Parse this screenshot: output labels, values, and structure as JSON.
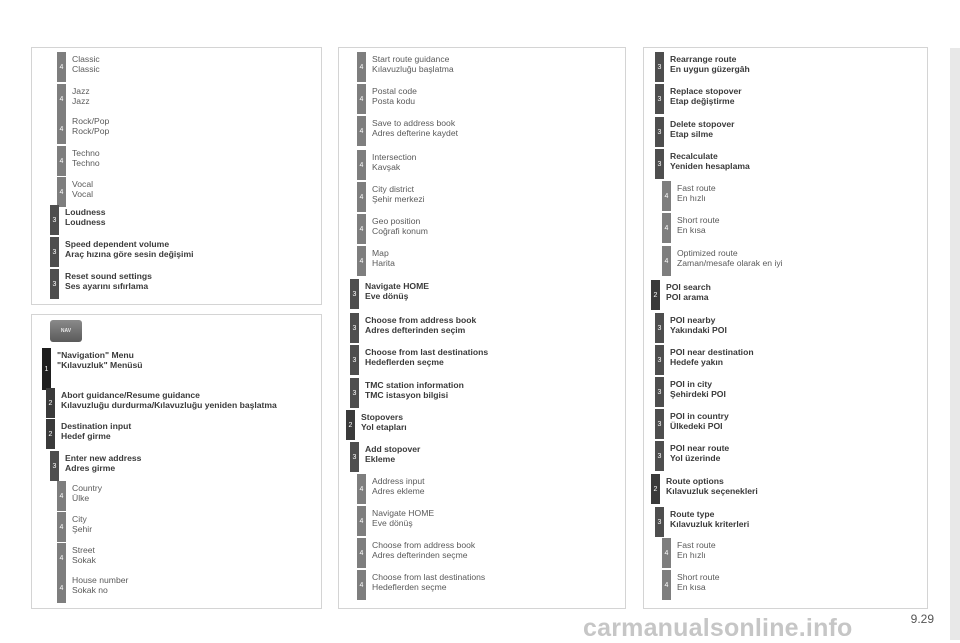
{
  "col1": [
    {
      "level": "4",
      "line1": "Classic",
      "line2": "Classic",
      "bold": false
    },
    {
      "level": "4",
      "line1": "Jazz",
      "line2": "Jazz",
      "bold": false
    },
    {
      "level": "4",
      "line1": "Rock/Pop",
      "line2": "Rock/Pop",
      "bold": false
    },
    {
      "level": "4",
      "line1": "Techno",
      "line2": "Techno",
      "bold": false
    },
    {
      "level": "4",
      "line1": "Vocal",
      "line2": "Vocal",
      "bold": false
    },
    {
      "level": "3",
      "line1": "Loudness",
      "line2": "Loudness",
      "bold": true
    },
    {
      "level": "3",
      "line1": "Speed dependent volume",
      "line2": "Araç hızına göre sesin değişimi",
      "bold": true
    },
    {
      "level": "3",
      "line1": "Reset sound settings",
      "line2": "Ses ayarını sıfırlama",
      "bold": true
    }
  ],
  "nav_button_label": "NAV",
  "col1b": [
    {
      "level": "1",
      "line1": "\"Navigation\" Menu",
      "line2": "\"Kılavuzluk\" Menüsü",
      "bold": true
    },
    {
      "level": "2",
      "line1": "Abort guidance/Resume guidance",
      "line2": "Kılavuzluğu durdurma/Kılavuzluğu yeniden başlatma",
      "bold": true
    },
    {
      "level": "2",
      "line1": "Destination input",
      "line2": "Hedef girme",
      "bold": true
    },
    {
      "level": "3",
      "line1": "Enter new address",
      "line2": "Adres girme",
      "bold": true
    },
    {
      "level": "4",
      "line1": "Country",
      "line2": "Ülke",
      "bold": false
    },
    {
      "level": "4",
      "line1": "City",
      "line2": "Şehir",
      "bold": false
    },
    {
      "level": "4",
      "line1": "Street",
      "line2": "Sokak",
      "bold": false
    },
    {
      "level": "4",
      "line1": "House number",
      "line2": "Sokak no",
      "bold": false
    }
  ],
  "col2": [
    {
      "level": "4",
      "line1": "Start route guidance",
      "line2": "Kılavuzluğu başlatma",
      "bold": false
    },
    {
      "level": "4",
      "line1": "Postal code",
      "line2": "Posta kodu",
      "bold": false
    },
    {
      "level": "4",
      "line1": "Save to address book",
      "line2": "Adres defterine kaydet",
      "bold": false
    },
    {
      "level": "4",
      "line1": "Intersection",
      "line2": "Kavşak",
      "bold": false
    },
    {
      "level": "4",
      "line1": "City district",
      "line2": "Şehir merkezi",
      "bold": false
    },
    {
      "level": "4",
      "line1": "Geo position",
      "line2": "Coğrafi konum",
      "bold": false
    },
    {
      "level": "4",
      "line1": "Map",
      "line2": "Harita",
      "bold": false
    },
    {
      "level": "3",
      "line1": "Navigate HOME",
      "line2": "Eve dönüş",
      "bold": true
    },
    {
      "level": "3",
      "line1": "Choose from address book",
      "line2": "Adres defterinden seçim",
      "bold": true
    },
    {
      "level": "3",
      "line1": "Choose from last destinations",
      "line2": "Hedeflerden seçme",
      "bold": true
    },
    {
      "level": "3",
      "line1": "TMC station information",
      "line2": "TMC istasyon bilgisi",
      "bold": true
    },
    {
      "level": "2",
      "line1": "Stopovers",
      "line2": "Yol etapları",
      "bold": true
    },
    {
      "level": "3",
      "line1": "Add stopover",
      "line2": "Ekleme",
      "bold": true
    },
    {
      "level": "4",
      "line1": "Address input",
      "line2": "Adres ekleme",
      "bold": false
    },
    {
      "level": "4",
      "line1": "Navigate HOME",
      "line2": "Eve dönüş",
      "bold": false
    },
    {
      "level": "4",
      "line1": "Choose from address book",
      "line2": "Adres defterinden seçme",
      "bold": false
    },
    {
      "level": "4",
      "line1": "Choose from last destinations",
      "line2": "Hedeflerden seçme",
      "bold": false
    }
  ],
  "col3": [
    {
      "level": "3",
      "line1": "Rearrange route",
      "line2": "En uygun güzergâh",
      "bold": true
    },
    {
      "level": "3",
      "line1": "Replace stopover",
      "line2": "Etap değiştirme",
      "bold": true
    },
    {
      "level": "3",
      "line1": "Delete stopover",
      "line2": "Etap silme",
      "bold": true
    },
    {
      "level": "3",
      "line1": "Recalculate",
      "line2": "Yeniden hesaplama",
      "bold": true
    },
    {
      "level": "4",
      "line1": "Fast route",
      "line2": "En hızlı",
      "bold": false
    },
    {
      "level": "4",
      "line1": "Short route",
      "line2": "En kısa",
      "bold": false
    },
    {
      "level": "4",
      "line1": "Optimized route",
      "line2": "Zaman/mesafe olarak en iyi",
      "bold": false
    },
    {
      "level": "2",
      "line1": "POI search",
      "line2": "POI arama",
      "bold": true
    },
    {
      "level": "3",
      "line1": "POI nearby",
      "line2": "Yakındaki POI",
      "bold": true
    },
    {
      "level": "3",
      "line1": "POI near destination",
      "line2": "Hedefe yakın",
      "bold": true
    },
    {
      "level": "3",
      "line1": "POI in city",
      "line2": "Şehirdeki POI",
      "bold": true
    },
    {
      "level": "3",
      "line1": "POI in country",
      "line2": "Ülkedeki POI",
      "bold": true
    },
    {
      "level": "3",
      "line1": "POI near route",
      "line2": "Yol üzerinde",
      "bold": true
    },
    {
      "level": "2",
      "line1": "Route options",
      "line2": "Kılavuzluk seçenekleri",
      "bold": true
    },
    {
      "level": "3",
      "line1": "Route type",
      "line2": "Kılavuzluk kriterleri",
      "bold": true
    },
    {
      "level": "4",
      "line1": "Fast route",
      "line2": "En hızlı",
      "bold": false
    },
    {
      "level": "4",
      "line1": "Short route",
      "line2": "En kısa",
      "bold": false
    }
  ],
  "page_number": "9.29",
  "watermark": "carmanualsonline.info"
}
